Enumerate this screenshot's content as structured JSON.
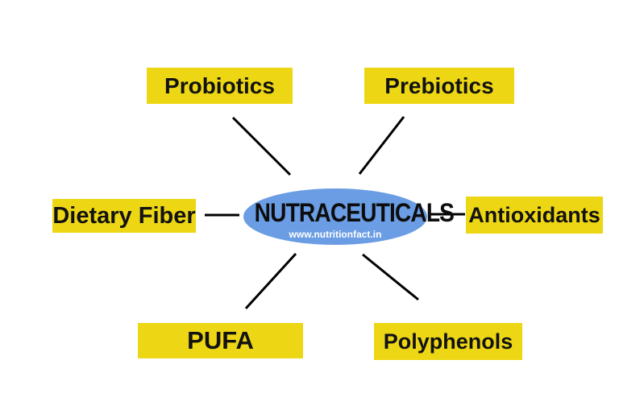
{
  "diagram": {
    "center": {
      "title": "NUTRACEUTICALS",
      "subtitle": "www.nutritionfact.in"
    },
    "nodes": [
      {
        "id": "probiotics",
        "label": "Probiotics"
      },
      {
        "id": "prebiotics",
        "label": "Prebiotics"
      },
      {
        "id": "dietary-fiber",
        "label": "Dietary Fiber"
      },
      {
        "id": "antioxidants",
        "label": "Antioxidants"
      },
      {
        "id": "pufa",
        "label": "PUFA"
      },
      {
        "id": "polyphenols",
        "label": "Polyphenols"
      }
    ],
    "colors": {
      "node_background": "#EDD714",
      "center_fill": "#6A9DE3",
      "line": "#000000",
      "node_text": "#121212",
      "center_title_text": "#0D0D0D",
      "center_subtitle_text": "#FFFFFF",
      "page_background": "#FFFFFF"
    }
  }
}
